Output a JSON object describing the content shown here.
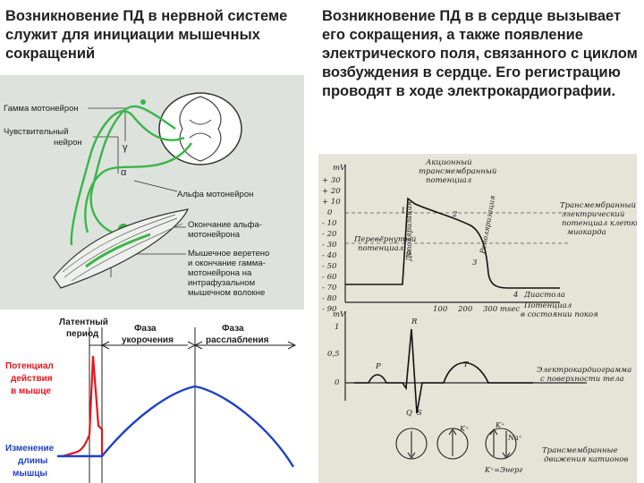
{
  "left_heading": "Возникновение ПД в нервной системе служит для инициации мышечных сокращений",
  "right_heading": "Возникновение ПД в в сердце вызывает его сокращения, а также появление электрического поля, связанного с циклом возбуждения в сердце. Его регистрацию проводят в ходе электрокардиографии.",
  "nerve_diagram": {
    "gamma": "Гамма мотонейрон",
    "sensory_1": "Чувствительный",
    "sensory_2": "нейрон",
    "gamma_symbol": "γ",
    "alpha_symbol": "α",
    "alpha": "Альфа мотонейрон",
    "ending_1": "Окончание альфа-",
    "ending_2": "мотонейрона",
    "spindle_1": "Мышечное веретено",
    "spindle_2": "и окончание гамма-",
    "spindle_3": "мотонейрона на",
    "spindle_4": "интрафузальном",
    "spindle_5": "мышечном волокне"
  },
  "muscle_diagram": {
    "latent_1": "Латентный",
    "latent_2": "период",
    "phase_short_1": "Фаза",
    "phase_short_2": "укорочения",
    "phase_relax_1": "Фаза",
    "phase_relax_2": "расслабления",
    "ap_1": "Потенциал",
    "ap_2": "действия",
    "ap_3": "в мышце",
    "len_1": "Изменение",
    "len_2": "длины",
    "len_3": "мышцы",
    "colors": {
      "action_potential": "#e8141b",
      "muscle_length": "#1f3fc8"
    }
  },
  "ecg_diagram": {
    "mv": "mV",
    "y_top": [
      "+ 30",
      "+ 20",
      "+ 10",
      "0",
      "- 10",
      "- 20",
      "- 30",
      "- 40",
      "- 50",
      "- 60",
      "- 70",
      "- 80",
      "- 90"
    ],
    "ap_title_1": "Акционный",
    "ap_title_2": "трансмембранный",
    "ap_title_3": "потенциал",
    "trans_1": "Трансмембранный",
    "trans_2": "электрический",
    "trans_3": "потенциал клетки",
    "trans_4": "миокарда",
    "plateau_1": "Перевёрнутый",
    "plateau_2": "потенциал",
    "depol": "Деполяризация",
    "repol": "Реполяризация",
    "phase0": "0",
    "phase1": "1",
    "phase2": "2",
    "phase3": "3",
    "phase4": "4",
    "diastole": "Диастола",
    "x_ticks": [
      "100",
      "200",
      "300 msec"
    ],
    "rest_1": "Потенциал",
    "rest_2": "в состоянии покоя",
    "mv2": "mV",
    "y_bottom": [
      "1",
      "0,5",
      "0"
    ],
    "p": "P",
    "q": "Q",
    "r": "R",
    "s": "S",
    "t": "T",
    "ecg_1": "Электрокардиограмма",
    "ecg_2": "с поверхности тела",
    "ion_k1": "K⁺",
    "ion_k2": "K⁺",
    "ion_na": "Na⁺",
    "ion_bottom": "K⁺=Энерг",
    "ion_1": "Трансмембранные",
    "ion_2": "движения катионов"
  }
}
